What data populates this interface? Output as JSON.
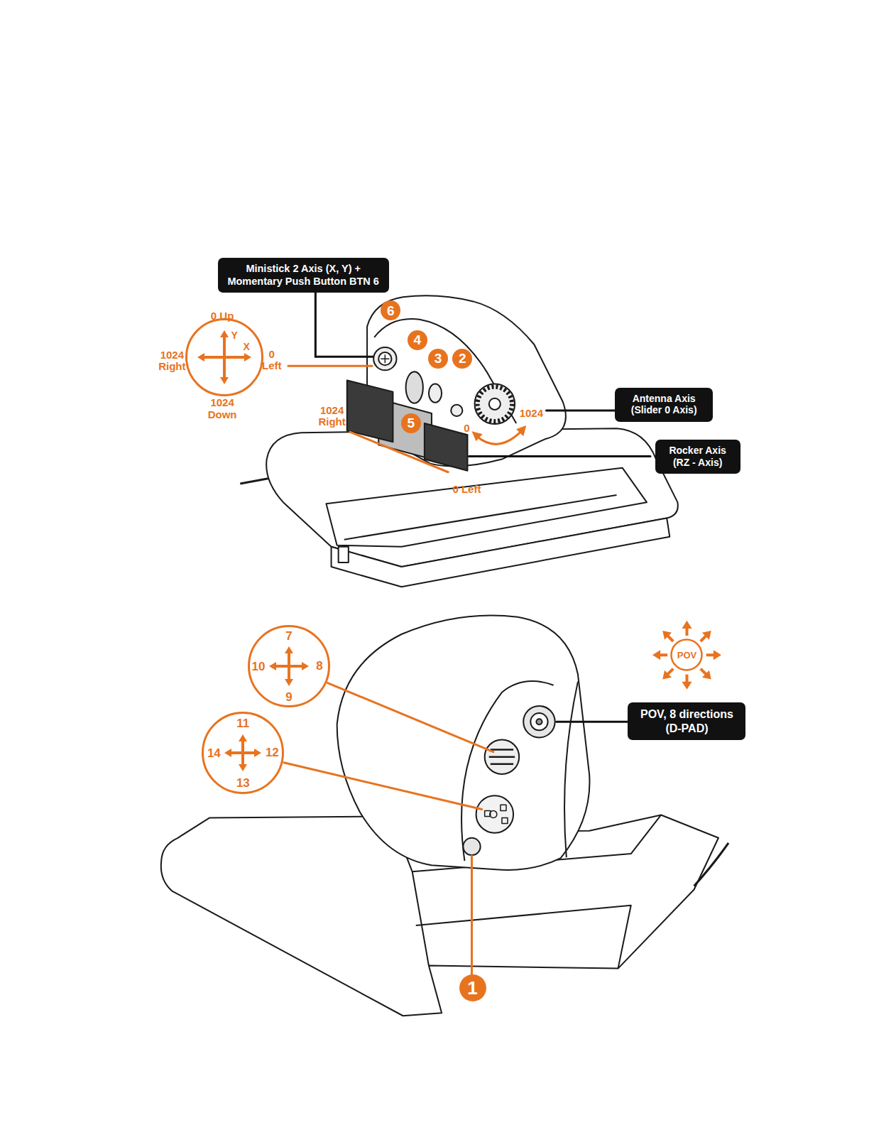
{
  "diagram": {
    "nodes": [
      {
        "text": [
          "Ministick 2 Axis (X, Y) + Momentary Push Button BTN 6"
        ]
      },
      {
        "text": [
          "6"
        ]
      },
      {
        "text": [
          "Y",
          "X"
        ]
      },
      {
        "text": [
          "4"
        ]
      },
      {
        "text": [
          "3"
        ]
      },
      {
        "text": [
          "2"
        ]
      },
      {
        "text": [
          "Antenna Axis (Slider 0 Axis)"
        ]
      },
      {
        "text": [
          "5"
        ]
      },
      {
        "text": [
          "Rocker Axis (RZ - Axis)"
        ]
      },
      {
        "text": [
          "POV"
        ]
      },
      {
        "text": [
          "7",
          "10",
          "8",
          "9"
        ]
      },
      {
        "text": [
          "POV, 8 directions (D-PAD)"
        ]
      },
      {
        "text": [
          "11",
          "14",
          "12",
          "13"
        ]
      },
      {
        "text": [
          "1"
        ]
      }
    ],
    "labels": [
      "0 Up",
      "1024 Right",
      "0 Left",
      "1024 Down",
      "1024 Right",
      "1024",
      "0",
      "0 Left"
    ]
  }
}
